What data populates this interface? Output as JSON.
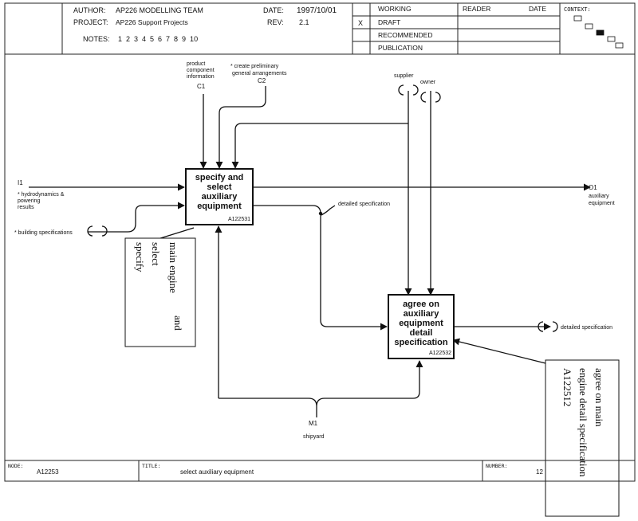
{
  "header": {
    "author_label": "AUTHOR:",
    "author": "AP226  MODELLING TEAM",
    "project_label": "PROJECT:",
    "project": "AP226 Support Projects",
    "notes_label": "NOTES:",
    "notes": "1  2  3  4  5  6  7  8  9  10",
    "date_label": "DATE:",
    "date": "1997/10/01",
    "rev_label": "REV:",
    "rev": "2.1",
    "status_mark": "X",
    "status": [
      "WORKING",
      "DRAFT",
      "RECOMMENDED",
      "PUBLICATION"
    ],
    "reader_label": "READER",
    "reader_date_label": "DATE",
    "context_label": "CONTEXT:"
  },
  "boxes": [
    {
      "lines": [
        "specify and",
        "select",
        "auxiliary",
        "equipment"
      ],
      "id": "A122531"
    },
    {
      "lines": [
        "agree on",
        "auxiliary",
        "equipment",
        "detail",
        "specification"
      ],
      "id": "A122532"
    }
  ],
  "arrows": {
    "c1_text": [
      "product",
      "component",
      "information"
    ],
    "c1_code": "C1",
    "c2_text": [
      "* create preliminary",
      "general arrangements"
    ],
    "c2_code": "C2",
    "supplier": "supplier",
    "owner": "owner",
    "i1_code": "I1",
    "i1_text": [
      "* hydrodynamics &",
      "powering",
      "results"
    ],
    "building": "* building specifications",
    "o1_code": "O1",
    "o1_text": [
      "auxiliary",
      "equipment"
    ],
    "detailed_spec_mid": "detailed specification",
    "detailed_spec_out": "detailed specification",
    "m1_code": "M1",
    "m1_text": "shipyard"
  },
  "notes_boxes": {
    "left": [
      "specify",
      "select",
      "main engine"
    ],
    "left_aside": [
      "and"
    ],
    "right": [
      "agree on main",
      "engine detail specification",
      "A122512"
    ]
  },
  "footer": {
    "node_label": "NODE:",
    "node": "A12253",
    "title_label": "TITLE:",
    "title": "select auxiliary equipment",
    "number_label": "NUMBER:",
    "number": "12"
  }
}
